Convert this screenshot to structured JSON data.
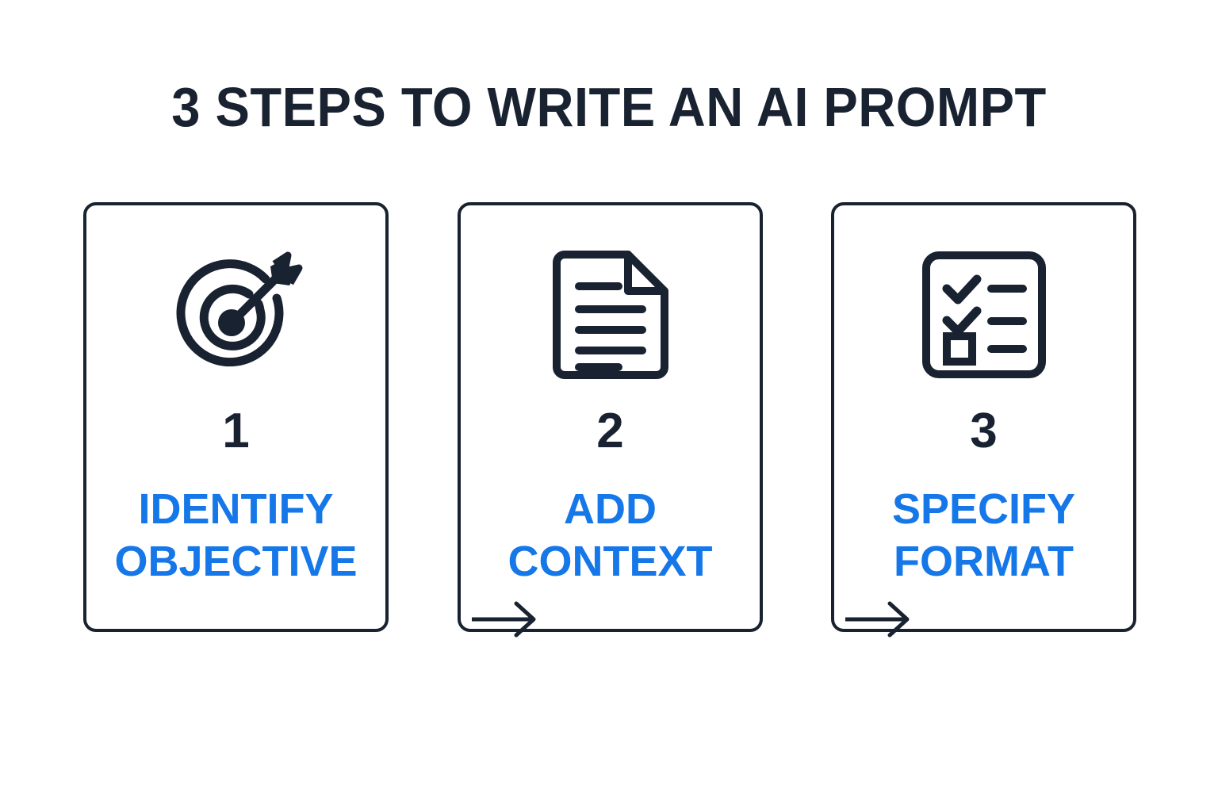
{
  "page": {
    "background_color": "#ffffff",
    "accent_color": "#1577e8",
    "ink_color": "#192230"
  },
  "header": {
    "title": "3 STEPS TO WRITE AN AI PROMPT"
  },
  "steps": [
    {
      "number": "1",
      "label": "IDENTIFY\nOBJECTIVE",
      "icon": "target-arrow-icon"
    },
    {
      "number": "2",
      "label": "ADD\nCONTEXT",
      "icon": "document-lines-icon"
    },
    {
      "number": "3",
      "label": "SPECIFY\nFORMAT",
      "icon": "checklist-icon"
    }
  ],
  "connectors": [
    {
      "name": "arrow-step-1-to-2",
      "direction": "right"
    },
    {
      "name": "arrow-step-2-to-3",
      "direction": "right"
    }
  ]
}
